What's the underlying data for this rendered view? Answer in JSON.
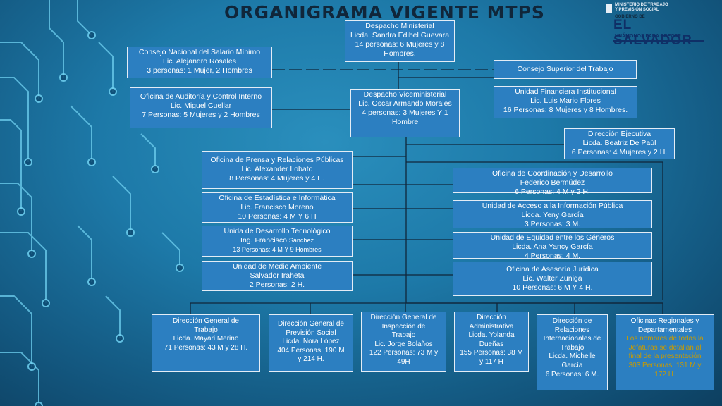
{
  "title": "ORGANIGRAMA VIGENTE MTPS",
  "logo": {
    "ministry_line1": "MINISTERIO DE TRABAJO",
    "ministry_line2": "Y PREVISIÓN SOCIAL",
    "gobierno": "GOBIERNO DE",
    "country": "EL SALVADOR",
    "tagline": "UNÁMONOS PARA CRECER"
  },
  "boxes": {
    "despacho_ministerial": {
      "l1": "Despacho Ministerial",
      "l2": "Licda. Sandra Edibel Guevara",
      "l3": "14 personas:  6 Mujeres y 8",
      "l4": "Hombres."
    },
    "consejo_salario": {
      "l1": "Consejo Nacional del Salario Mínimo",
      "l2": "Lic. Alejandro Rosales",
      "l3": "3 personas: 1 Mujer, 2 Hombres"
    },
    "consejo_superior": {
      "l1": "Consejo Superior del Trabajo"
    },
    "auditoria": {
      "l1": "Oficina de Auditoría y Control Interno",
      "l2": "Lic. Miguel Cuellar",
      "l3": "7 Personas: 5 Mujeres y 2 Hombres"
    },
    "despacho_viceministerial": {
      "l1": "Despacho Viceministerial",
      "l2": "Lic. Oscar Armando Morales",
      "l3": "4 personas: 3 Mujeres Y 1",
      "l4": "Hombre"
    },
    "unidad_financiera": {
      "l1": "Unidad Financiera Institucional",
      "l2": "Lic. Luis Mario Flores",
      "l3": "16 Personas: 8 Mujeres y 8 Hombres."
    },
    "direccion_ejecutiva": {
      "l1": "Dirección Ejecutiva",
      "l2": "Licda. Beatriz De Paúl",
      "l3": "6  Personas: 4 Mujeres y 2 H."
    },
    "prensa": {
      "l1": "Oficina de Prensa y Relaciones Públicas",
      "l2": "Lic. Alexander Lobato",
      "l3": "8 Personas: 4 Mujeres y 4 H."
    },
    "coordinacion": {
      "l1": "Oficina de Coordinación y Desarrollo",
      "l2": "Federico Bermúdez",
      "l3": "6 Personas: 4 M y 2 H."
    },
    "estadistica": {
      "l1": "Oficina de Estadística e Informática",
      "l2": "Lic. Francisco Moreno",
      "l3": "10 Personas: 4 M Y 6 H"
    },
    "acceso_info": {
      "l1": "Unidad de Acceso a la Información Pública",
      "l2": "Licda. Yeny García",
      "l3": "3 Personas: 3 M."
    },
    "desarrollo_tec": {
      "l1": "Unida de Desarrollo Tecnológico",
      "l2": "Ing. Francisco",
      "l2b": "Sánchez",
      "l3": "13 Personas: 4 M Y 9 Hombres"
    },
    "equidad": {
      "l1": "Unidad de Equidad entre los Géneros",
      "l2": "Licda. Ana Yancy García",
      "l3": "4 Personas: 4 M."
    },
    "medio_ambiente": {
      "l1": "Unidad de Medio Ambiente",
      "l2": "Salvador Iraheta",
      "l3": "2 Personas: 2 H."
    },
    "asesoria": {
      "l1": "Oficina de Asesoría Jurídica",
      "l2": "Lic. Walter Zuniga",
      "l3": "10 Personas: 6 M Y 4 H."
    },
    "dg_trabajo": {
      "l1": "Dirección General de",
      "l2": "Trabajo",
      "l3": "Licda. Mayari Merino",
      "l4": "71 Personas:  43 M y 28 H."
    },
    "dg_prevision": {
      "l1": "Dirección General de",
      "l2": "Previsión Social",
      "l3": "Licda. Nora López",
      "l4": "404 Personas: 190 M",
      "l5": "y 214 H."
    },
    "dg_inspeccion": {
      "l1": "Dirección General de",
      "l2": "Inspección de",
      "l3": "Trabajo",
      "l4": "Lic. Jorge Bolaños",
      "l5": "122 Personas: 73 M y",
      "l6": "49H"
    },
    "d_administrativa": {
      "l1": "Dirección",
      "l2": "Administrativa",
      "l3": "Licda. Yolanda",
      "l4": "Dueñas",
      "l5": "155 Personas: 38 M",
      "l6": "y 117 H"
    },
    "d_relaciones": {
      "l1": "Dirección de",
      "l2": "Relaciones",
      "l3": "Internacionales de",
      "l4": "Trabajo",
      "l5": "Licda. Michelle",
      "l6": "García",
      "l7": "6 Personas: 6 M."
    },
    "oficinas_regionales": {
      "l1": "Oficinas Regionales y",
      "l2": "Departamentales",
      "l3": "Los nombres de todas la",
      "l4": "Jefaturas se detallan al",
      "l5": "final de la presentación",
      "l6": "303 Personas: 131 M y",
      "l7": "172 H."
    }
  },
  "colors": {
    "box_fill": "#2c7fc1",
    "box_border": "#e4edf6",
    "highlight": "#c99b00",
    "title": "#10263a"
  }
}
